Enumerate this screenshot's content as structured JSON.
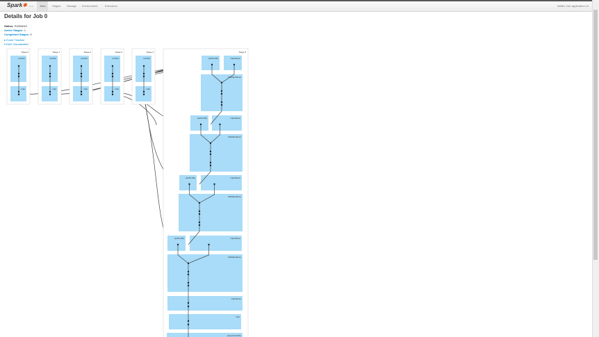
{
  "nav": {
    "logo": "Spark",
    "version": "1.4.0",
    "tabs": [
      "Jobs",
      "Stages",
      "Storage",
      "Environment",
      "Executors"
    ],
    "active": "Jobs",
    "app_name": "Netflix Join application UI"
  },
  "page": {
    "title": "Details for Job 0",
    "status_label": "Status:",
    "status": "RUNNING",
    "active_label": "Active Stages:",
    "active": "1",
    "completed_label": "Completed Stages:",
    "completed": "5",
    "event_timeline": "Event Timeline",
    "dag_viz": "DAG Visualization"
  },
  "dag": {
    "stages": [
      "Stage 0",
      "Stage 1",
      "Stage 2",
      "Stage 3",
      "Stage 4",
      "Stage 5"
    ],
    "ops": {
      "textFile": "textFile",
      "map": "map",
      "partitionBy": "partitionBy",
      "mapValues": "mapValues",
      "flatMapValues": "flatMapValues",
      "save": "saveAsTextFile"
    },
    "colors": {
      "box": "#a8dcf8",
      "stage_border": "#d0d0d0",
      "edge": "#444"
    }
  }
}
